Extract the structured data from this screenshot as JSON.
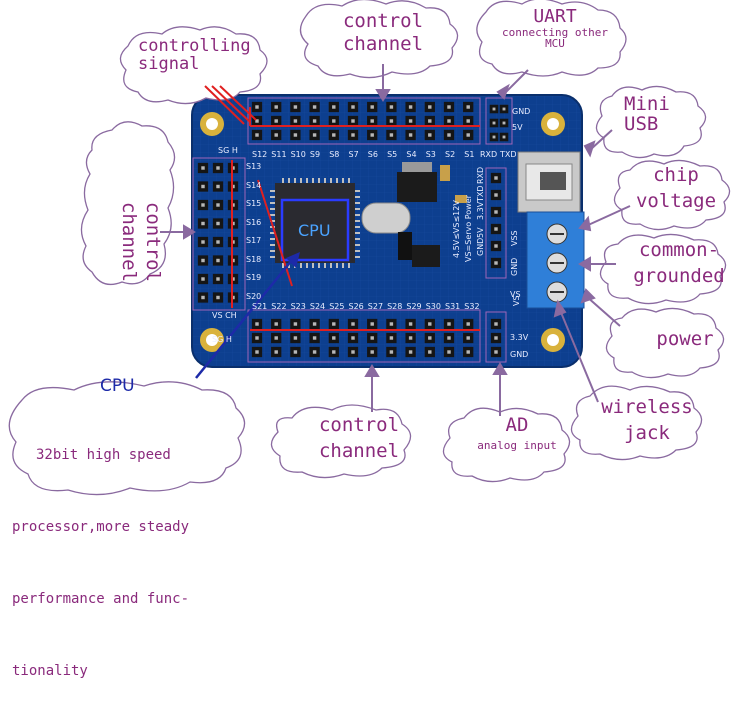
{
  "labels": {
    "controlling_signal": [
      "controlling",
      "signal"
    ],
    "control_channel_top": [
      "control",
      "channel"
    ],
    "uart_title": "UART",
    "uart_sub": [
      "connecting other",
      "MCU"
    ],
    "mini_usb": [
      "Mini",
      "USB"
    ],
    "chip_voltage": [
      "chip",
      "voltage"
    ],
    "common_grounded": [
      "common-",
      "grounded"
    ],
    "power": "power",
    "wireless_jack": [
      "wireless",
      "jack"
    ],
    "ad_title": "AD",
    "ad_sub": "analog input",
    "control_channel_bottom": [
      "control",
      "channel"
    ],
    "control_channel_left": [
      "control",
      "channel"
    ],
    "cpu_title": "CPU",
    "cpu_desc": [
      "32bit high speed",
      "processor,more steady",
      "performance and func-",
      "tionality"
    ]
  },
  "board": {
    "cpu_label": "CPU",
    "top_pins": [
      "S12",
      "S11",
      "S10",
      "S9",
      "S8",
      "S7",
      "S6",
      "S5",
      "S4",
      "S3",
      "S2",
      "S1"
    ],
    "left_pins": [
      "S13",
      "S14",
      "S15",
      "S16",
      "S17",
      "S18",
      "S19",
      "S20"
    ],
    "bottom_pins": [
      "S21",
      "S22",
      "S23",
      "S24",
      "S25",
      "S26",
      "S27",
      "S28",
      "S29",
      "S30",
      "S31",
      "S32"
    ],
    "uart_pins": [
      "GND",
      "5V",
      "RXD",
      "TXD"
    ],
    "ad_pins": [
      "3.3V",
      "GND"
    ],
    "corner_labels": [
      "SG H",
      "SG H",
      "VS CH"
    ],
    "vs_label": "VS",
    "power_text": [
      "4.5V≤VS≤12V",
      "VS=Servo Power"
    ],
    "wireless_text": [
      "GND",
      "5V",
      "3.3V",
      "TXD",
      "RXD"
    ],
    "terminal_labels": [
      "VSS",
      "GND",
      "VS"
    ]
  },
  "colors": {
    "board": "#0d3f8f",
    "label": "#8a2a7c",
    "cpu_highlight": "#1d2aa8",
    "bus_line": "#e02020"
  }
}
